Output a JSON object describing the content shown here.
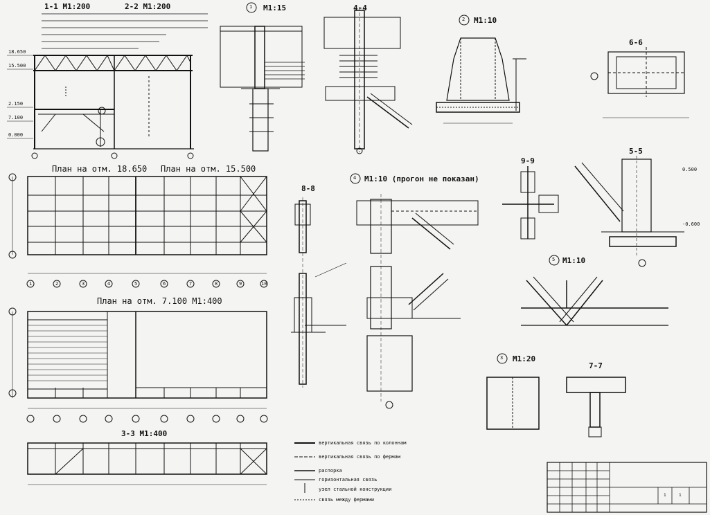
{
  "sheet": {
    "section_11": "1-1 M1:200",
    "section_22": "2-2 M1:200",
    "section_33": "3-3 M1:400",
    "detail_1": "M1:15",
    "section_44": "4-4",
    "detail_2": "M1:10",
    "section_66": "6-6",
    "plan_18650": "План на отм. 18.650",
    "plan_15500": "План на отм. 15.500",
    "plan_7100": "План на отм. 7.100  M1:400",
    "detail_4": "M1:10 (прогон не показан)",
    "section_88": "8-8",
    "section_99": "9-9",
    "section_55": "5-5",
    "detail_5": "M1:10",
    "detail_3": "M1:20",
    "section_77": "7-7",
    "circ_1": "1",
    "circ_2": "2",
    "circ_3": "3",
    "circ_4": "4",
    "circ_5": "5"
  },
  "elevations": [
    "18.650",
    "15.500",
    "2.150",
    "7.100",
    "0.000",
    "-0.600",
    "0.500"
  ],
  "axes": [
    "1",
    "2",
    "3",
    "4",
    "5",
    "6",
    "7",
    "8",
    "9",
    "10"
  ],
  "legend": [
    "вертикальная связь по колоннам",
    "вертикальная связь по фермам",
    "распорка",
    "горизонтальная связь",
    "узел стальной конструкции",
    "связь между фермами"
  ],
  "stamp": {
    "sheet_no": "1",
    "sheets": "1"
  },
  "colors": {
    "ink": "#111111",
    "paper": "#f4f4f2"
  }
}
